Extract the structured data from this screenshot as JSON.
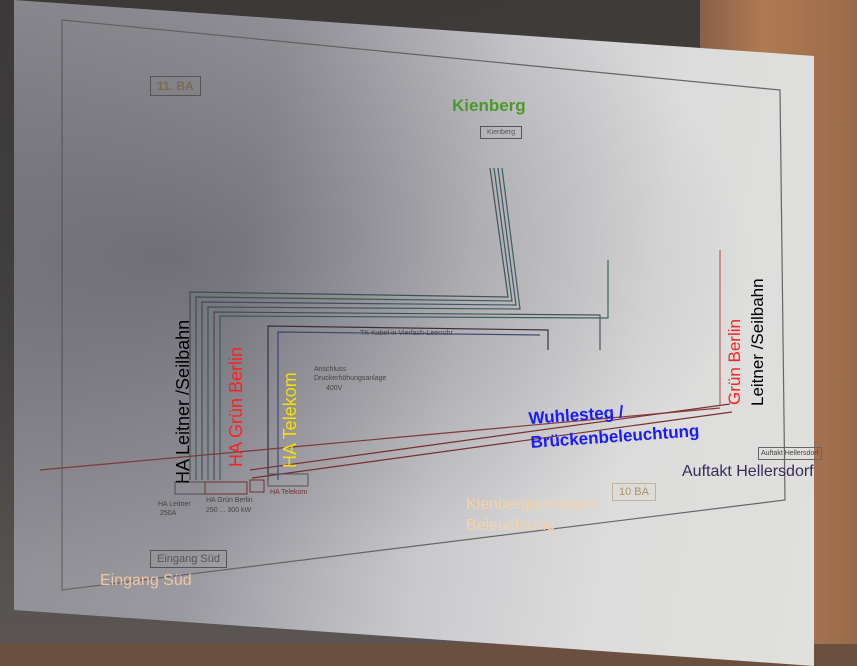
{
  "printed": {
    "ba11": "11. BA",
    "ba10": "10 BA",
    "kienberg_box": "Kienberg",
    "eingang_sued_box": "Eingang Süd",
    "tk_kabel": "TK-Kabel in Vierfach-Leerrohr",
    "druck_1": "Anschluss",
    "druck_2": "Druckerhöhungsanlage",
    "druck_3": "400V",
    "ha_leitner_1": "HA Leitner",
    "ha_leitner_2": "250A",
    "ha_gruen_1": "HA Grün Berlin",
    "ha_gruen_2": "250 ... 300 kW",
    "ha_telekom": "HA Telekom",
    "auftakt_box": "Auftakt Hellersdorf"
  },
  "annotations": {
    "kienberg": "Kienberg",
    "ha_leitner": "HA Leitner /Seilbahn",
    "ha_gruen": "HA Grün Berlin",
    "ha_telekom": "HA Telekom",
    "wuhlesteg_1": "Wuhlesteg /",
    "wuhlesteg_2": "Brückenbeleuchtung",
    "gruen_berlin": "Grün Berlin",
    "leitner": "Leitner /Seilbahn",
    "auftakt": "Auftakt Hellersdorf",
    "terrassen_1": "Kienbergterrassen",
    "terrassen_2": "Beleuchtung",
    "eingang": "Eingang Süd"
  },
  "colors": {
    "green": "#4a9a2a",
    "red": "#ff2020",
    "yellow": "#f5e000",
    "blue": "#1a1aff",
    "purple": "#3a2a5a",
    "peach": "#f5d2a8"
  }
}
